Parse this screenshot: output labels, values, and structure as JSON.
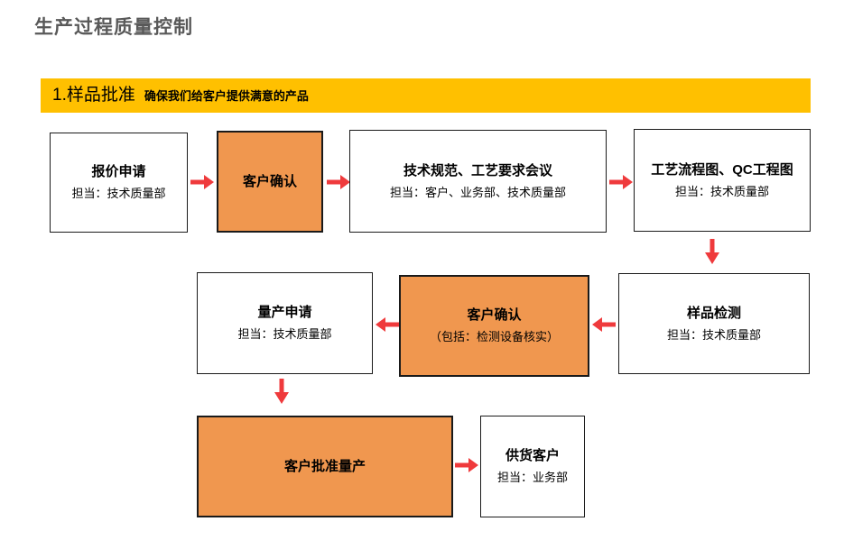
{
  "page": {
    "title": "生产过程质量控制"
  },
  "banner": {
    "heading": "1.样品批准",
    "subtitle": "确保我们给客户提供满意的产品"
  },
  "colors": {
    "banner_bg": "#FFC000",
    "node_orange": "#F0974F",
    "arrow_red": "#EF3A3C",
    "title_gray": "#595959",
    "node_border": "#1a1a1a"
  },
  "flow": {
    "nodes": [
      {
        "title": "报价申请",
        "subtitle": "担当：技术质量部"
      },
      {
        "title": "客户确认"
      },
      {
        "title": "技术规范、工艺要求会议",
        "subtitle": "担当：客户、业务部、技术质量部"
      },
      {
        "title": "工艺流程图、QC工程图",
        "subtitle": "担当：技术质量部"
      },
      {
        "title": "样品检测",
        "subtitle": "担当：技术质量部"
      },
      {
        "title": "客户确认",
        "subtitle": "（包括：检测设备核实）"
      },
      {
        "title": "量产申请",
        "subtitle": "担当：技术质量部"
      },
      {
        "title": "客户批准量产"
      },
      {
        "title": "供货客户",
        "subtitle": "担当：业务部"
      }
    ]
  }
}
